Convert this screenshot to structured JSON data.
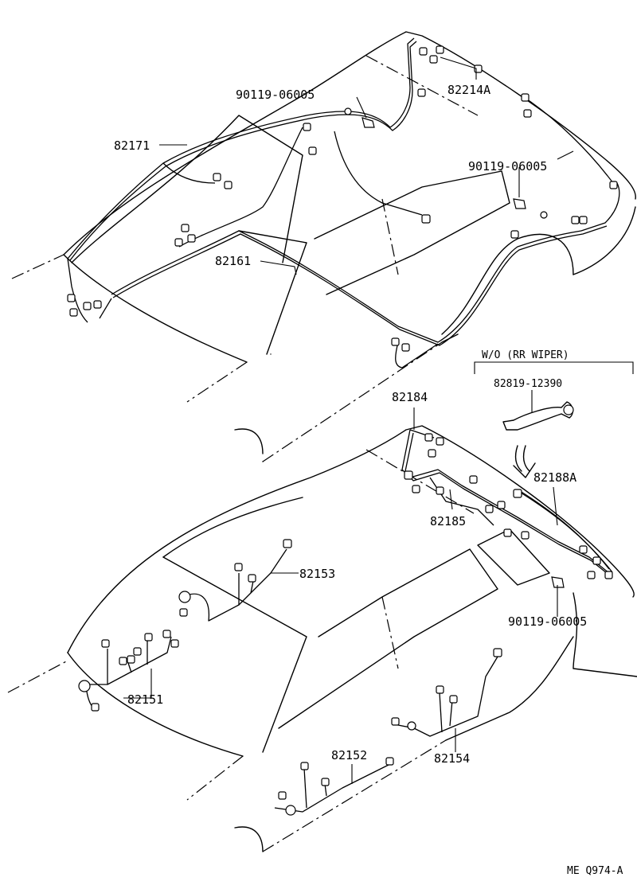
{
  "parts": {
    "p82214a": "82214A",
    "p90119_top": "90119-06005",
    "p82171": "82171",
    "p90119_mid": "90119-06005",
    "p82161": "82161",
    "variant_heading": "W/O (RR WIPER)",
    "p82819": "82819-12390",
    "p82184": "82184",
    "p82188a": "82188A",
    "p82185": "82185",
    "p82153": "82153",
    "p90119_low": "90119-06005",
    "p82151": "82151",
    "p82152": "82152",
    "p82154": "82154"
  },
  "footer": {
    "code": "ME  Q974-A"
  }
}
